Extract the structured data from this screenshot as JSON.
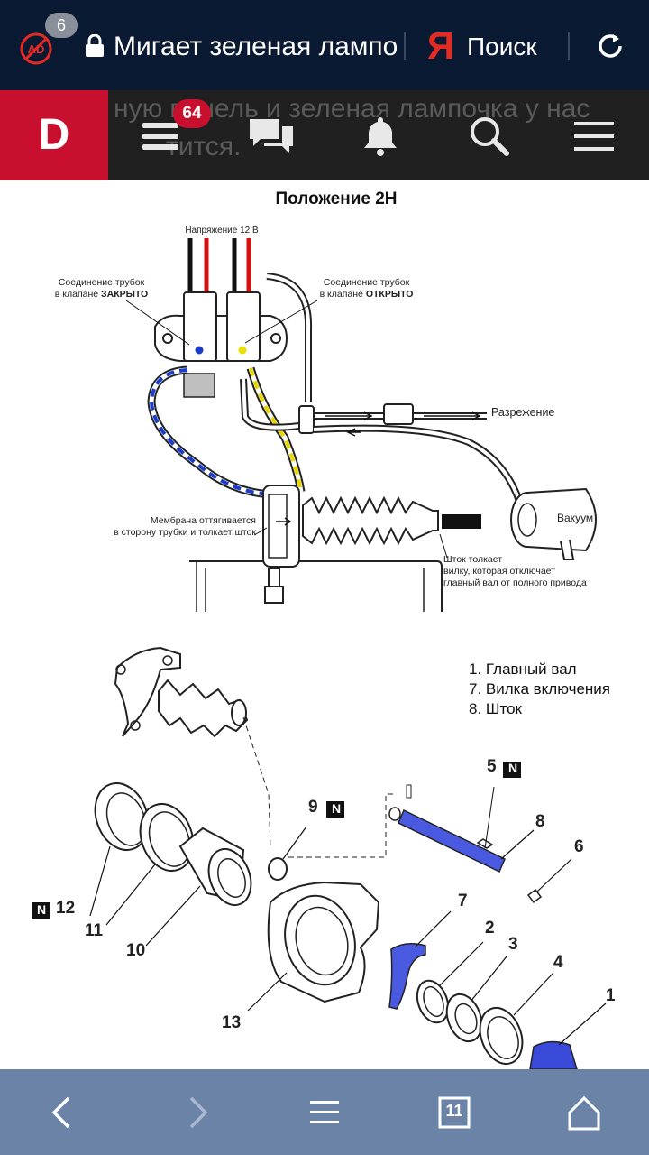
{
  "browser": {
    "adblock_count": "6",
    "title": "Мигает зеленая лампочка",
    "search_logo": "Я",
    "search_label": "Поиск"
  },
  "site": {
    "logo": "D",
    "messages_badge": "64",
    "background_text_line1": "ную панель и зеленая лампочка у нас",
    "background_text_line2": "тится."
  },
  "diagram": {
    "title": "Положение 2H",
    "voltage_label": "Напряжение 12 В",
    "left_connection_line1": "Соединение трубок",
    "left_connection_prefix": "в клапане ",
    "left_connection_state": "ЗАКРЫТО",
    "right_connection_line1": "Соединение трубок",
    "right_connection_prefix": "в клапане ",
    "right_connection_state": "ОТКРЫТО",
    "vacuum_label": "Разрежение",
    "vacuum_tank_label": "Вакуум",
    "membrane_line1": "Мембрана оттягивается",
    "membrane_line2": "в сторону трубки и толкает шток",
    "rod_line1": "Шток толкает",
    "rod_line2": "вилку, которая отключает",
    "rod_line3": "главный вал от полного привода"
  },
  "parts": {
    "legend": [
      "1. Главный вал",
      "7. Вилка включения",
      "8. Шток"
    ],
    "numbers": [
      "5",
      "8",
      "6",
      "9",
      "12",
      "11",
      "10",
      "7",
      "2",
      "3",
      "4",
      "1",
      "13"
    ],
    "n_marker": "N"
  },
  "bottom_nav": {
    "tabs_count": "11"
  },
  "colors": {
    "browser_bar": "#0b1a33",
    "site_bar": "#202020",
    "brand_red": "#c8102e",
    "yandex_red": "#e32b24",
    "bottom_bar": "#6a83a6",
    "diagram_blue": "#1a3cc8",
    "diagram_yellow": "#e8e000",
    "part_blue": "#4a5ae0"
  }
}
